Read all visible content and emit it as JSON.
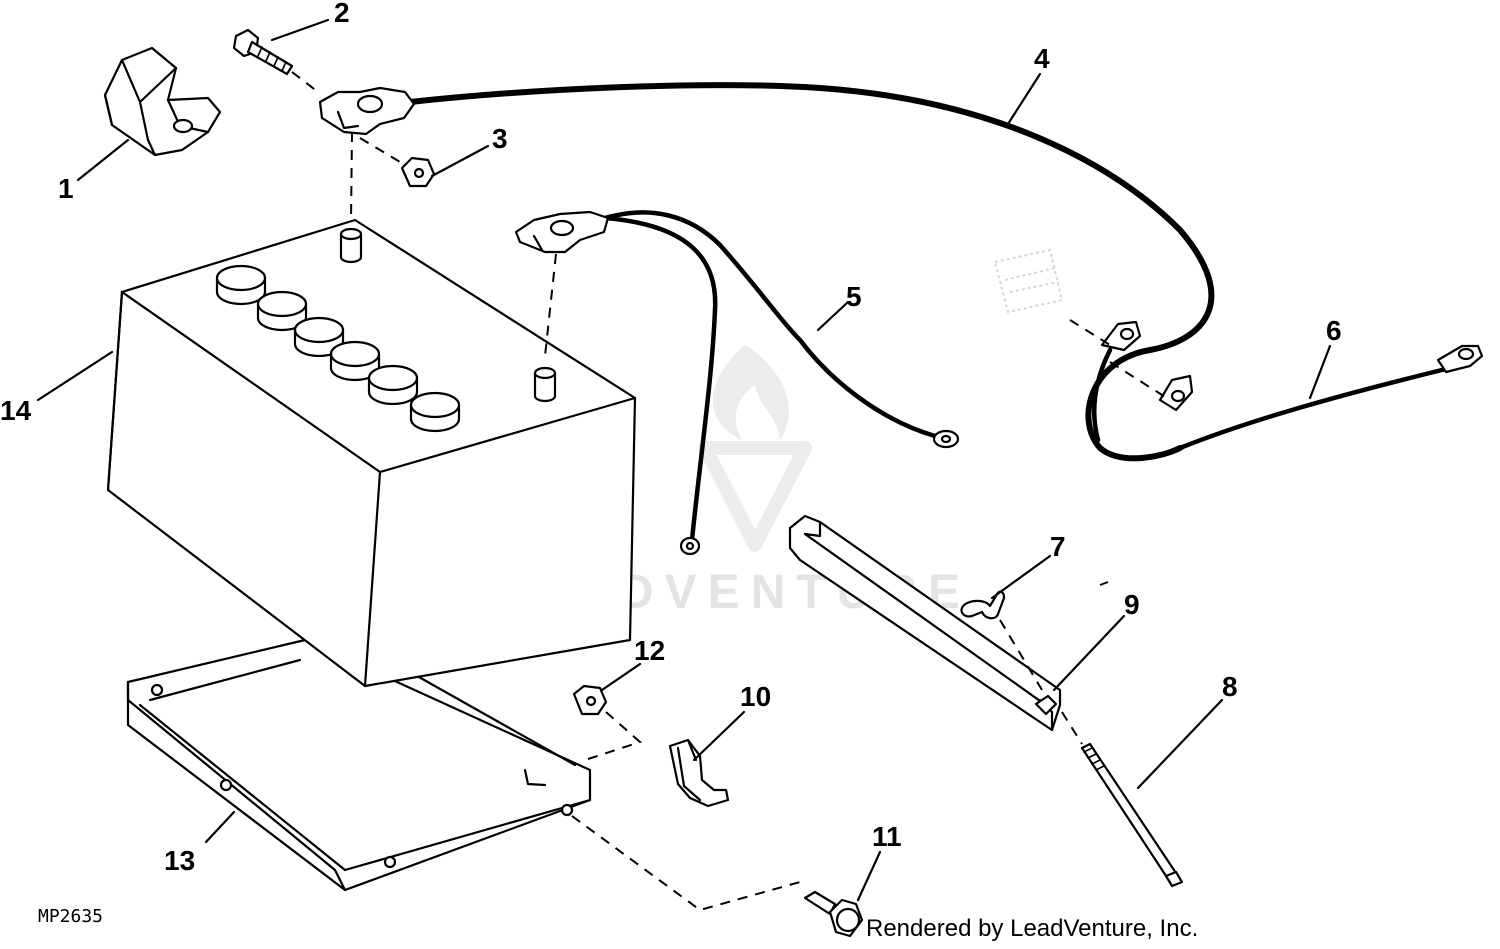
{
  "diagram": {
    "callouts": [
      {
        "id": "c1",
        "label": "1"
      },
      {
        "id": "c2",
        "label": "2"
      },
      {
        "id": "c3",
        "label": "3"
      },
      {
        "id": "c4",
        "label": "4"
      },
      {
        "id": "c5",
        "label": "5"
      },
      {
        "id": "c6",
        "label": "6"
      },
      {
        "id": "c7",
        "label": "7"
      },
      {
        "id": "c8",
        "label": "8"
      },
      {
        "id": "c9",
        "label": "9"
      },
      {
        "id": "c10",
        "label": "10"
      },
      {
        "id": "c11",
        "label": "11"
      },
      {
        "id": "c12",
        "label": "12"
      },
      {
        "id": "c13",
        "label": "13"
      },
      {
        "id": "c14",
        "label": "14"
      }
    ],
    "figure_id": "MP2635",
    "watermark": "LEADVENTURE",
    "credit": "Rendered by LeadVenture, Inc."
  },
  "colors": {
    "ink": "#000000",
    "background": "#ffffff",
    "watermark": "#e4e4e4"
  }
}
